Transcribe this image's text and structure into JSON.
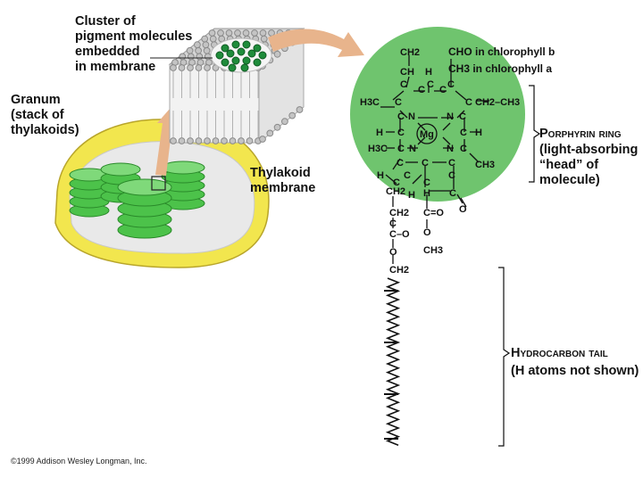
{
  "labels": {
    "cluster": "Cluster of\npigment molecules\nembedded\nin membrane",
    "granum": "Granum\n(stack of\nthylakoids)",
    "thylakoid_membrane": "Thylakoid\nmembrane",
    "porphyrin_ring": "Porphyrin ring",
    "porphyrin_desc": "(light-absorbing\n“head” of\nmolecule)",
    "hydrocarbon_tail": "Hydrocarbon tail",
    "hydrocarbon_desc": "(H atoms not shown)",
    "cho_note": "CHO in chlorophyll b",
    "ch3_note": "CH3 in chlorophyll a"
  },
  "formula": {
    "ch2_top": "CH2",
    "ch_top": "CH",
    "h_top": "H",
    "ch3_left": "H3C",
    "ch2ch3": "CH2–CH3",
    "n1": "N",
    "n2": "N",
    "n3": "N",
    "n4": "N",
    "mg": "Mg",
    "h_left": "H",
    "h_right": "H",
    "ch3_left2": "H3C",
    "ch3_right": "CH3",
    "h_bottom": "H",
    "ch2_a": "CH2",
    "h_b": "H",
    "h_c": "H",
    "ch2_b": "CH2",
    "co": "C=O",
    "o_dbl": "O",
    "c_o": "C–O",
    "o_b": "O",
    "ch3_b": "CH3",
    "o_c": "O",
    "ch2_c": "CH2"
  },
  "copyright": "©1999 Addison Wesley Longman, Inc.",
  "colors": {
    "green_circle": "#6fc46e",
    "thylakoid_green": "#4cc24a",
    "chloroplast_yellow": "#f2e64e",
    "arrow_peach": "#e8b48c",
    "membrane_gray": "#bfbfbf",
    "pigment_green": "#1f8c3b"
  }
}
